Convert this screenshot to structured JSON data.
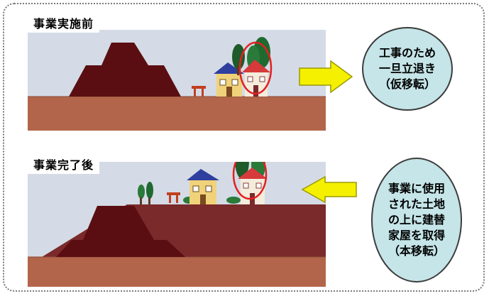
{
  "diagram": {
    "before_label": "事業実施前",
    "after_label": "事業完了後",
    "bubble_before": {
      "lines": [
        "工事のため",
        "一旦立退き",
        "（仮移転）"
      ]
    },
    "bubble_after": {
      "lines": [
        "事業に使用",
        "された土地",
        "の上に建替",
        "家屋を取得",
        "（本移転）"
      ]
    },
    "colors": {
      "panel_bg": "#d4dbe6",
      "ground": "#b2654a",
      "mound": "#5a0e12",
      "embankment": "#7a2a2a",
      "arrow_fill": "#f5f000",
      "bubble_fill": "#c5e5e8",
      "highlight_circle": "#e32020"
    }
  }
}
